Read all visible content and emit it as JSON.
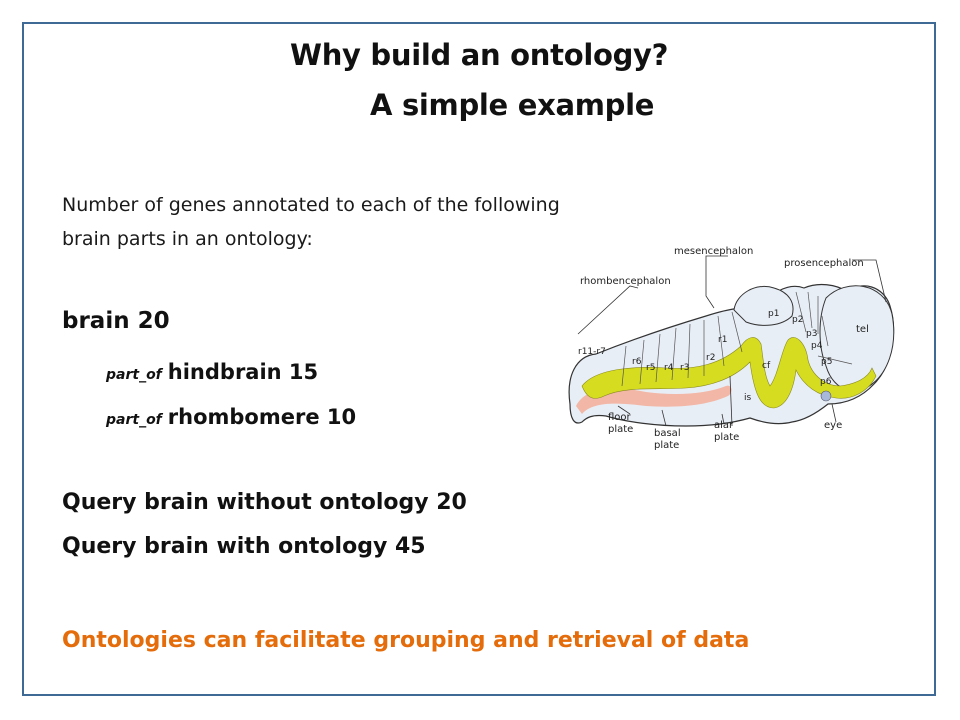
{
  "slide": {
    "title_line1": "Why build an ontology?",
    "title_line2": "A simple example",
    "intro_line1": "Number of genes annotated to each of the following",
    "intro_line2": "brain parts in an ontology:",
    "hierarchy": {
      "brain": "brain 20",
      "relation": "part_of",
      "hindbrain": "hindbrain 15",
      "rhombomere": "rhombomere 10"
    },
    "query_without": "Query brain without ontology 20",
    "query_with": "Query brain with ontology 45",
    "conclusion": "Ontologies can facilitate grouping and retrieval of data",
    "conclusion_color": "#e46c0a",
    "frame_color": "#3f6a96"
  },
  "figure": {
    "labels": {
      "mesencephalon": "mesencephalon",
      "prosencephalon": "prosencephalon",
      "rhombencephalon": "rhombencephalon",
      "p1": "p1",
      "p2": "p2",
      "p3": "p3",
      "p4": "p4",
      "p5": "p5",
      "p6": "p6",
      "tel": "tel",
      "r11_r7": "r11-r7",
      "r6": "r6",
      "r5": "r5",
      "r4": "r4",
      "r3": "r3",
      "r2": "r2",
      "r1": "r1",
      "cf": "cf",
      "is": "is",
      "floor_1": "floor",
      "floor_2": "plate",
      "basal_1": "basal",
      "basal_2": "plate",
      "alar_1": "alar",
      "alar_2": "plate",
      "eye": "eye"
    },
    "colors": {
      "tissue": "#e8eef6",
      "plate": "#d6dc1f",
      "floor": "#f2b7a6",
      "eye": "#a8b8d8"
    }
  }
}
